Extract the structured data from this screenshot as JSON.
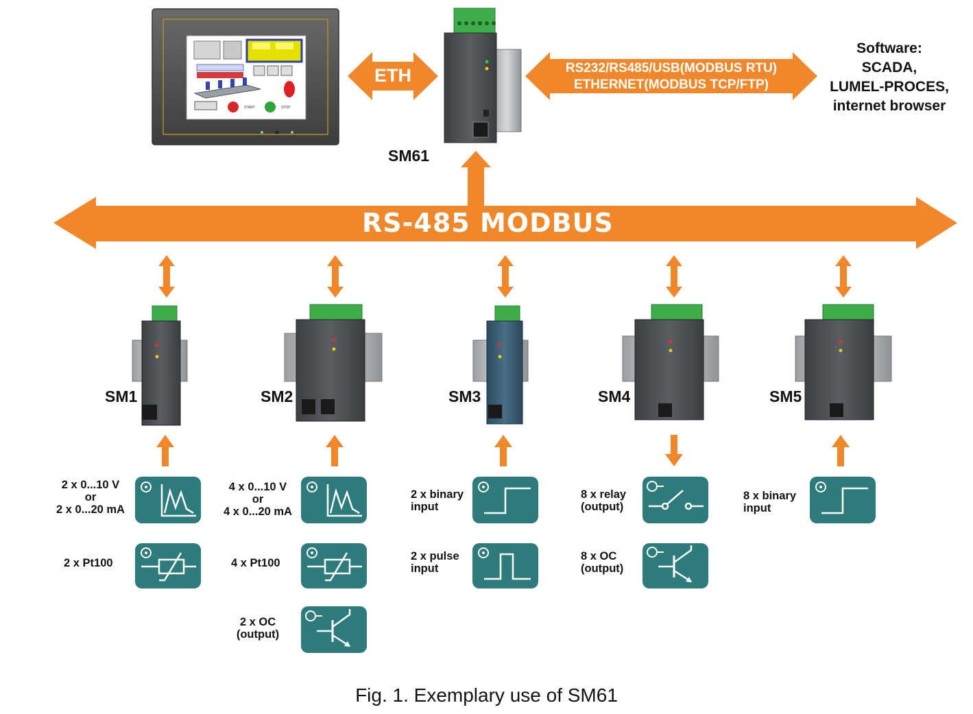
{
  "bus": {
    "label": "RS-485 MODBUS"
  },
  "gateway": {
    "label": "SM61",
    "eth_label": "ETH",
    "protocol_line1": "RS232/RS485/USB(MODBUS RTU)",
    "protocol_line2": "ETHERNET(MODBUS TCP/FTP)"
  },
  "hmi_panel": {
    "start": "START",
    "stop": "STOP"
  },
  "software": {
    "line1": "Software:",
    "line2": "SCADA,",
    "line3": "LUMEL-PROCES,",
    "line4": "internet browser"
  },
  "modules": [
    {
      "label": "SM1",
      "io": [
        {
          "l1": "2 x 0...10 V",
          "l2": "or",
          "l3": "2 x 0...20 mA",
          "icon": "analog-signal-icon"
        },
        {
          "l1": "2 x Pt100",
          "icon": "resistor-thermometer-icon"
        }
      ]
    },
    {
      "label": "SM2",
      "io": [
        {
          "l1": "4 x 0...10 V",
          "l2": "or",
          "l3": "4 x 0...20 mA",
          "icon": "analog-signal-icon"
        },
        {
          "l1": "4 x Pt100",
          "icon": "resistor-thermometer-icon"
        },
        {
          "l1": "2 x OC",
          "l2": "(output)",
          "icon": "transistor-icon"
        }
      ]
    },
    {
      "label": "SM3",
      "io": [
        {
          "l1": "2 x binary",
          "l2": "input",
          "icon": "step-signal-icon"
        },
        {
          "l1": "2 x pulse",
          "l2": "input",
          "icon": "pulse-signal-icon"
        }
      ]
    },
    {
      "label": "SM4",
      "io": [
        {
          "l1": "8 x relay",
          "l2": "(output)",
          "icon": "relay-switch-icon"
        },
        {
          "l1": "8 x OC",
          "l2": "(output)",
          "icon": "transistor-icon"
        }
      ]
    },
    {
      "label": "SM5",
      "io": [
        {
          "l1": "8 x binary",
          "l2": "input",
          "icon": "step-signal-icon"
        }
      ]
    }
  ],
  "caption": "Fig. 1. Exemplary use of SM61",
  "colors": {
    "arrow": "#F0872A",
    "icon_bg": "#2E7B7B",
    "device_body": "#4A4D52"
  }
}
